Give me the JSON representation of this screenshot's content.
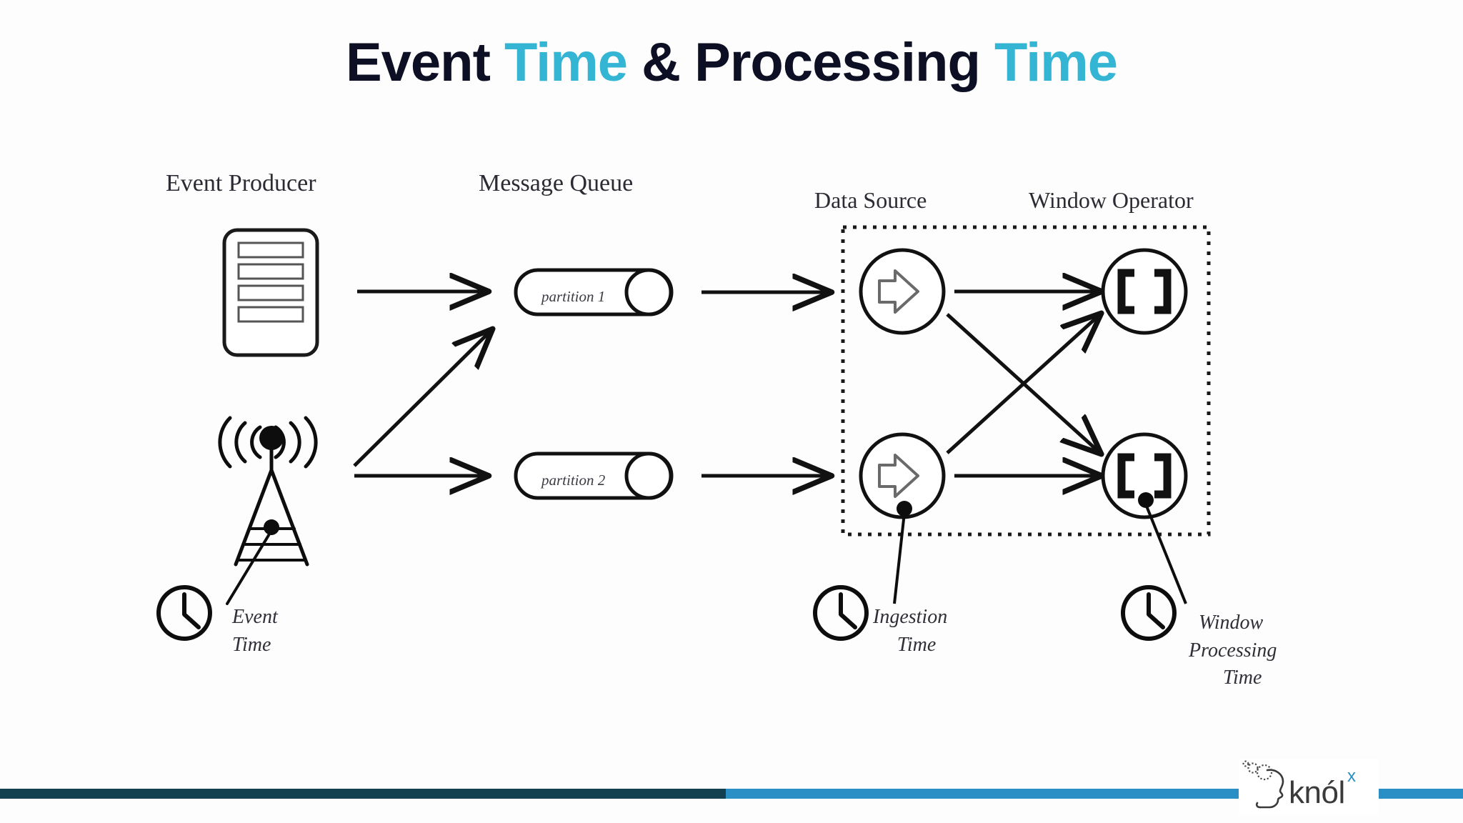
{
  "slide": {
    "background_color": "#fdfdfd",
    "accent_color": "#35b5d4",
    "dark_color": "#0d0f24",
    "bar_dark_color": "#13404f",
    "bar_light_color": "#2a8fc4"
  },
  "title": {
    "part1": "Event ",
    "part2": "Time",
    "part3": " & Processing ",
    "part4": "Time",
    "full_text": "Event Time & Processing Time"
  },
  "diagram": {
    "type": "flow-diagram",
    "columns": [
      {
        "id": "event-producer",
        "label": "Event Producer"
      },
      {
        "id": "message-queue",
        "label": "Message Queue"
      },
      {
        "id": "data-source",
        "label": "Data Source"
      },
      {
        "id": "window-operator",
        "label": "Window Operator"
      }
    ],
    "nodes": [
      {
        "id": "server",
        "icon": "server-rack-icon",
        "column": "event-producer"
      },
      {
        "id": "tower",
        "icon": "broadcast-tower-icon",
        "column": "event-producer"
      },
      {
        "id": "partition-1",
        "icon": "queue-pill-icon",
        "column": "message-queue",
        "label": "partition 1"
      },
      {
        "id": "partition-2",
        "icon": "queue-pill-icon",
        "column": "message-queue",
        "label": "partition 2"
      },
      {
        "id": "source-1",
        "icon": "arrow-in-circle-icon",
        "column": "data-source"
      },
      {
        "id": "source-2",
        "icon": "arrow-in-circle-icon",
        "column": "data-source"
      },
      {
        "id": "window-1",
        "icon": "brackets-in-circle-icon",
        "column": "window-operator"
      },
      {
        "id": "window-2",
        "icon": "brackets-in-circle-icon",
        "column": "window-operator"
      }
    ],
    "edges": [
      {
        "from": "server",
        "to": "partition-1",
        "style": "straight"
      },
      {
        "from": "tower",
        "to": "partition-1",
        "style": "diagonal-up"
      },
      {
        "from": "tower",
        "to": "partition-2",
        "style": "straight"
      },
      {
        "from": "partition-1",
        "to": "source-1",
        "style": "straight"
      },
      {
        "from": "partition-2",
        "to": "source-2",
        "style": "straight"
      },
      {
        "from": "source-1",
        "to": "window-1",
        "style": "straight"
      },
      {
        "from": "source-1",
        "to": "window-2",
        "style": "diagonal-down"
      },
      {
        "from": "source-2",
        "to": "window-1",
        "style": "diagonal-up"
      },
      {
        "from": "source-2",
        "to": "window-2",
        "style": "straight"
      }
    ],
    "group_box": {
      "label": "Data Source / Window Operator",
      "border": "dotted"
    }
  },
  "partitions": {
    "p1_label": "partition 1",
    "p2_label": "partition 2"
  },
  "clocks": [
    {
      "id": "event-time",
      "icon": "clock-icon",
      "lines": [
        "Event",
        "Time"
      ],
      "line1": "Event",
      "line2": "Time",
      "anchor": "broadcast-tower-icon"
    },
    {
      "id": "ingestion-time",
      "icon": "clock-icon",
      "lines": [
        "Ingestion",
        "Time"
      ],
      "line1": "Ingestion",
      "line2": "Time",
      "anchor": "source-2"
    },
    {
      "id": "window-processing-time",
      "icon": "clock-icon",
      "lines": [
        "Window",
        "Processing",
        "Time"
      ],
      "line1": "Window",
      "line2": "Processing",
      "line3": "Time",
      "anchor": "window-2"
    }
  ],
  "logo": {
    "name": "knolx-logo",
    "text": "knól",
    "superscript": "x",
    "icon": "head-profile-icon",
    "text_color": "#3a3a3a",
    "superscript_color": "#2a8fc4"
  }
}
